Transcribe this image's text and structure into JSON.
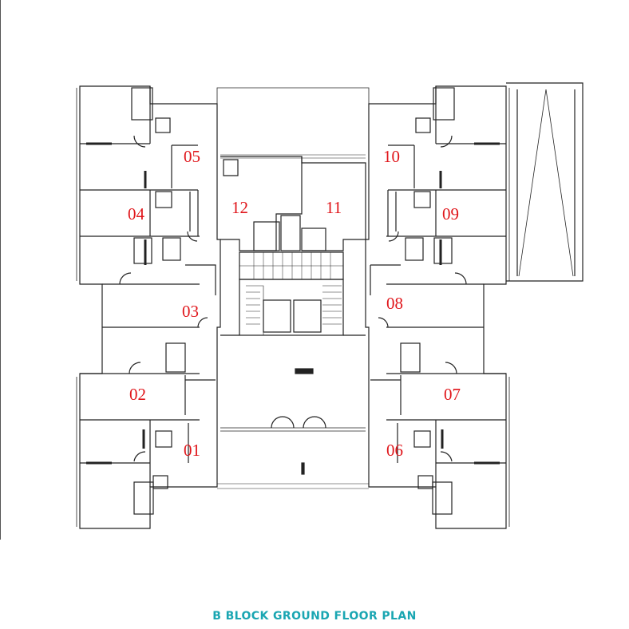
{
  "title": "B BLOCK GROUND FLOOR PLAN",
  "colors": {
    "label": "#e0161b",
    "title": "#1aa6b2",
    "line": "#222222"
  },
  "units": [
    "01",
    "02",
    "03",
    "04",
    "05",
    "06",
    "07",
    "08",
    "09",
    "10",
    "11",
    "12"
  ]
}
